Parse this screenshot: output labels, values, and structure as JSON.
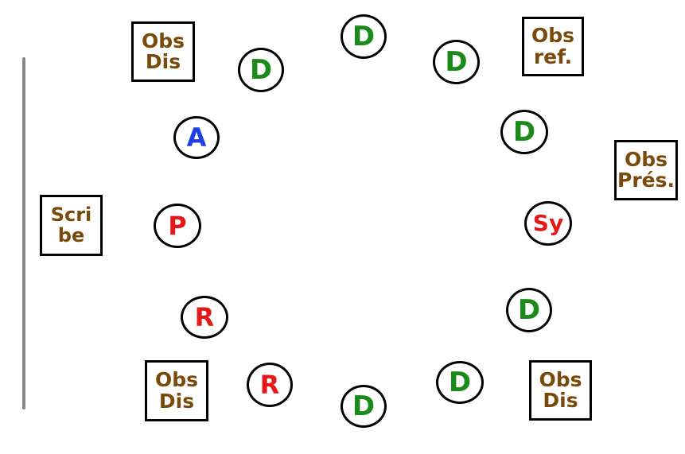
{
  "colors": {
    "debater": "#1a8a1a",
    "animator": "#1e3fe6",
    "role_red": "#e21a1a",
    "observer": "#7a4a0a",
    "board": "#888888"
  },
  "participants": [
    {
      "id": "d-top",
      "role": "debater",
      "label": "D"
    },
    {
      "id": "d-upper-left",
      "role": "debater",
      "label": "D"
    },
    {
      "id": "d-upper-right",
      "role": "debater",
      "label": "D"
    },
    {
      "id": "d-right-1",
      "role": "debater",
      "label": "D"
    },
    {
      "id": "a",
      "role": "animator",
      "label": "A"
    },
    {
      "id": "p",
      "role": "role_red",
      "label": "P"
    },
    {
      "id": "sy",
      "role": "role_red",
      "label": "Sy"
    },
    {
      "id": "r-left",
      "role": "role_red",
      "label": "R"
    },
    {
      "id": "d-right-2",
      "role": "debater",
      "label": "D"
    },
    {
      "id": "r-bottom",
      "role": "role_red",
      "label": "R"
    },
    {
      "id": "d-bottom-right",
      "role": "debater",
      "label": "D"
    },
    {
      "id": "d-bottom",
      "role": "debater",
      "label": "D"
    }
  ],
  "observers": [
    {
      "id": "obs-dis-tl",
      "lines": [
        "Obs",
        "Dis"
      ]
    },
    {
      "id": "obs-ref",
      "lines": [
        "Obs",
        "ref."
      ]
    },
    {
      "id": "obs-pres",
      "lines": [
        "Obs",
        "Prés."
      ]
    },
    {
      "id": "scribe",
      "lines": [
        "Scri",
        "be"
      ]
    },
    {
      "id": "obs-dis-bl",
      "lines": [
        "Obs",
        "Dis"
      ]
    },
    {
      "id": "obs-dis-br",
      "lines": [
        "Obs",
        "Dis"
      ]
    }
  ]
}
